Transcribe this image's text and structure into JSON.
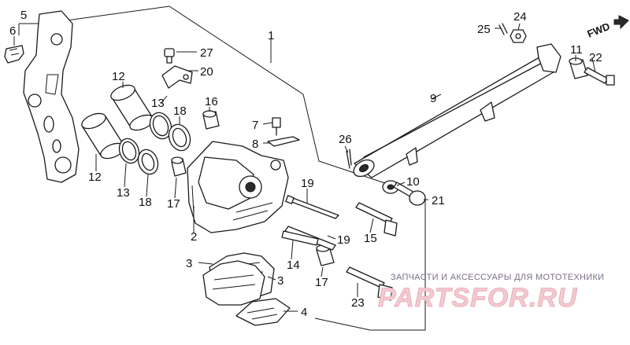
{
  "callouts": {
    "c1": "1",
    "c2": "2",
    "c3a": "3",
    "c3b": "3",
    "c4": "4",
    "c5": "5",
    "c6": "6",
    "c7": "7",
    "c8": "8",
    "c9": "9",
    "c10": "10",
    "c11": "11",
    "c12a": "12",
    "c12b": "12",
    "c13a": "13",
    "c13b": "13",
    "c14": "14",
    "c15": "15",
    "c16": "16",
    "c17a": "17",
    "c17b": "17",
    "c18a": "18",
    "c18b": "18",
    "c19a": "19",
    "c19b": "19",
    "c20": "20",
    "c21": "21",
    "c22": "22",
    "c23": "23",
    "c24": "24",
    "c25": "25",
    "c26": "26",
    "c27": "27"
  },
  "direction_label": "FWD",
  "watermark": {
    "subtitle": "ЗАПЧАСТИ И АКСЕССУАРЫ ДЛЯ МОТОТЕХНИКИ",
    "brand": "PARTSFOR.RU"
  }
}
